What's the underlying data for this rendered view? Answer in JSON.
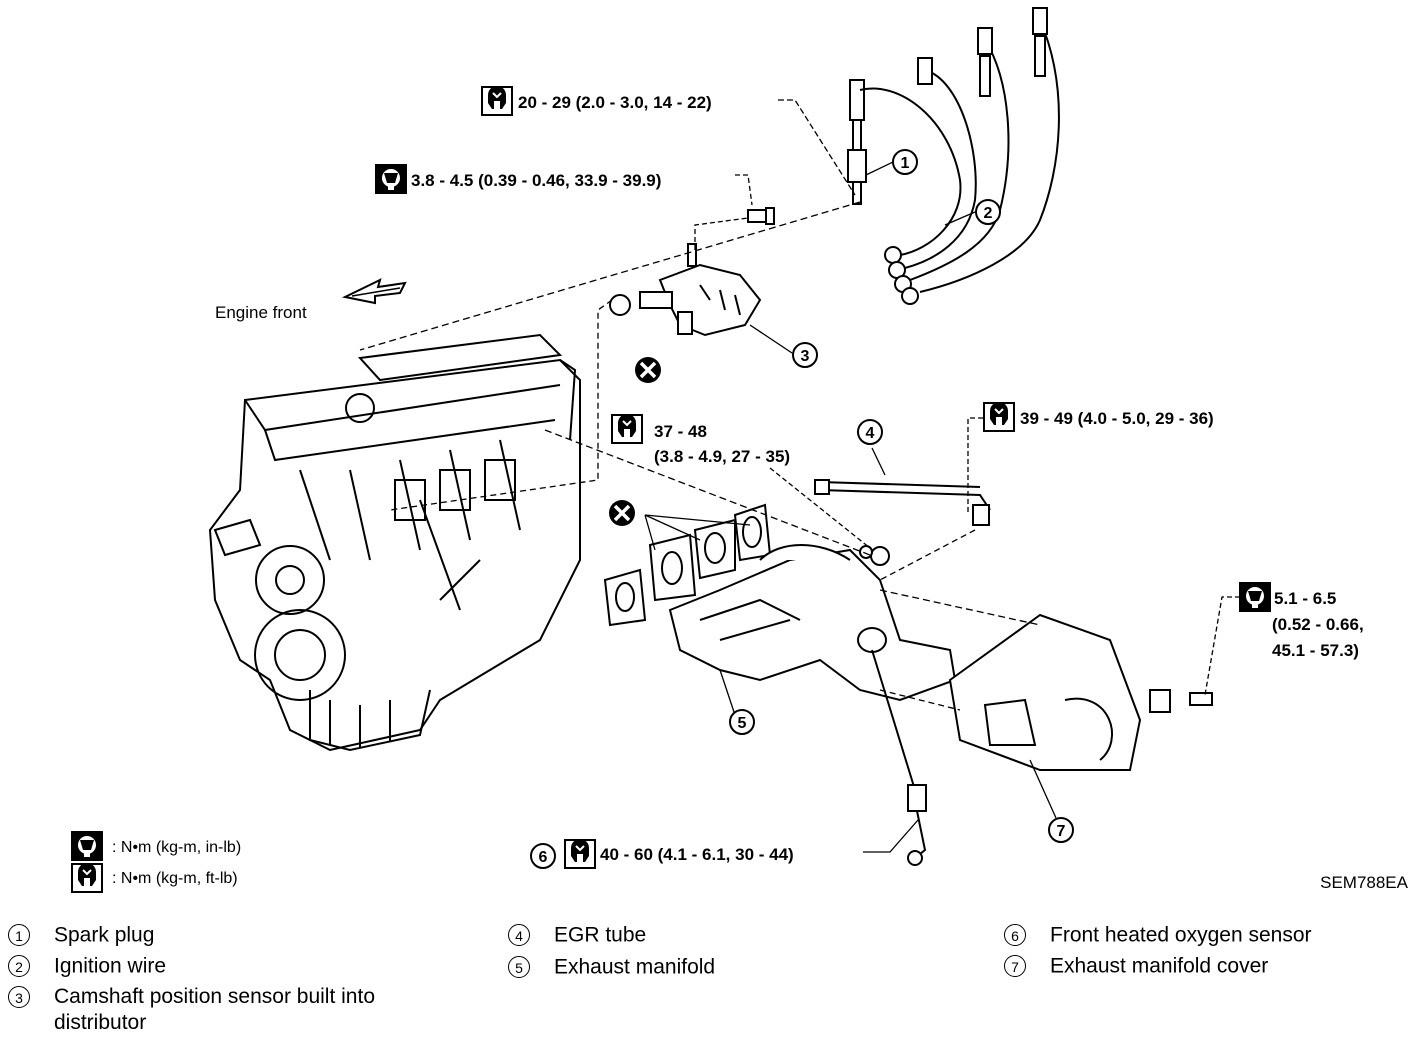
{
  "labels": {
    "torque_spark_plug": "20 - 29 (2.0 - 3.0, 14 - 22)",
    "torque_distributor_bolt": "3.8 - 4.5 (0.39 - 0.46, 33.9 - 39.9)",
    "torque_egr_tube": "39 - 49 (4.0 - 5.0, 29 - 36)",
    "torque_manifold_nut_line1": "37 - 48",
    "torque_manifold_nut_line2": "(3.8 - 4.9, 27 - 35)",
    "torque_cover_bolt_line1": "5.1 - 6.5",
    "torque_cover_bolt_line2": "(0.52 - 0.66,",
    "torque_cover_bolt_line3": "45.1 - 57.3)",
    "torque_o2_sensor": "40 - 60 (4.1 - 6.1, 30 - 44)",
    "engine_front": "Engine front",
    "figure_code": "SEM788EA"
  },
  "legend": {
    "small_wrench": ": N•m (kg-m, in-lb)",
    "large_wrench": ": N•m (kg-m, ft-lb)"
  },
  "callouts": [
    "1",
    "2",
    "3",
    "4",
    "5",
    "6",
    "7"
  ],
  "captions": [
    {
      "number": "1",
      "text": "Spark plug"
    },
    {
      "number": "2",
      "text": "Ignition wire"
    },
    {
      "number": "3",
      "text": "Camshaft position sensor built into distributor"
    },
    {
      "number": "4",
      "text": "EGR tube"
    },
    {
      "number": "5",
      "text": "Exhaust manifold"
    },
    {
      "number": "6",
      "text": "Front heated oxygen sensor"
    },
    {
      "number": "7",
      "text": "Exhaust manifold cover"
    }
  ]
}
